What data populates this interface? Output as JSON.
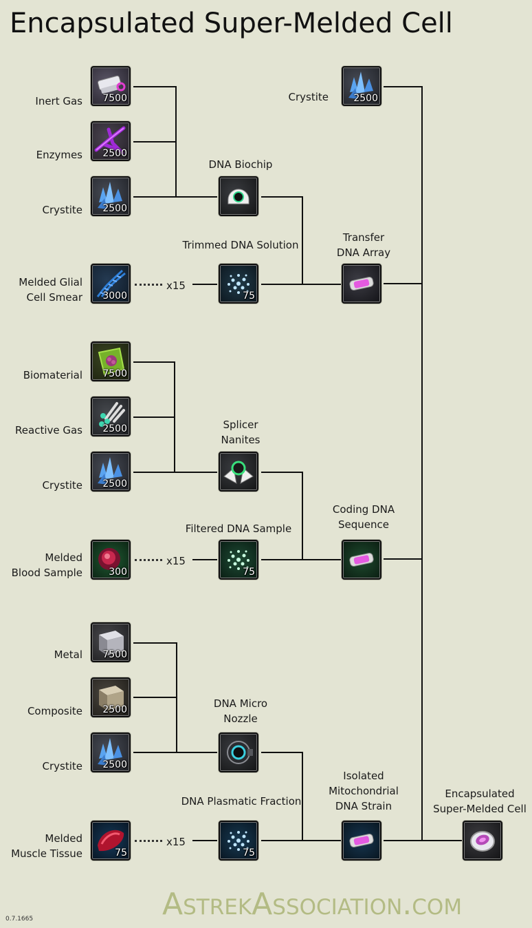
{
  "title": "Encapsulated Super-Melded Cell",
  "items": {
    "inert_gas": {
      "label": "Inert Gas",
      "qty": "7500"
    },
    "enzymes": {
      "label": "Enzymes",
      "qty": "2500"
    },
    "crystite_1": {
      "label": "Crystite",
      "qty": "2500"
    },
    "melded_glial": {
      "label": "Melded Glial\nCell Smear",
      "qty": "3000"
    },
    "dna_biochip": {
      "label": "DNA Biochip"
    },
    "trimmed_dna": {
      "label": "Trimmed DNA Solution",
      "qty": "75"
    },
    "crystite_top": {
      "label": "Crystite",
      "qty": "2500"
    },
    "transfer_dna": {
      "label": "Transfer\nDNA Array"
    },
    "biomaterial": {
      "label": "Biomaterial",
      "qty": "7500"
    },
    "reactive_gas": {
      "label": "Reactive Gas",
      "qty": "2500"
    },
    "crystite_2": {
      "label": "Crystite",
      "qty": "2500"
    },
    "melded_blood": {
      "label": "Melded\nBlood Sample",
      "qty": "300"
    },
    "splicer_nanites": {
      "label": "Splicer\nNanites"
    },
    "filtered_dna": {
      "label": "Filtered DNA Sample",
      "qty": "75"
    },
    "coding_dna": {
      "label": "Coding DNA\nSequence"
    },
    "metal": {
      "label": "Metal",
      "qty": "7500"
    },
    "composite": {
      "label": "Composite",
      "qty": "2500"
    },
    "crystite_3": {
      "label": "Crystite",
      "qty": "2500"
    },
    "melded_muscle": {
      "label": "Melded\nMuscle Tissue",
      "qty": "75"
    },
    "dna_micro_nozzle": {
      "label": "DNA Micro\nNozzle"
    },
    "dna_plasmatic": {
      "label": "DNA Plasmatic Fraction",
      "qty": "75"
    },
    "isolated_mito": {
      "label": "Isolated\nMitochondrial\nDNA Strain"
    },
    "encapsulated": {
      "label": "Encapsulated\nSuper-Melded Cell"
    }
  },
  "multipliers": {
    "glial": "x15",
    "blood": "x15",
    "muscle": "x15"
  },
  "watermark": "AstrekAssociation.com",
  "version": "0.7.1665"
}
